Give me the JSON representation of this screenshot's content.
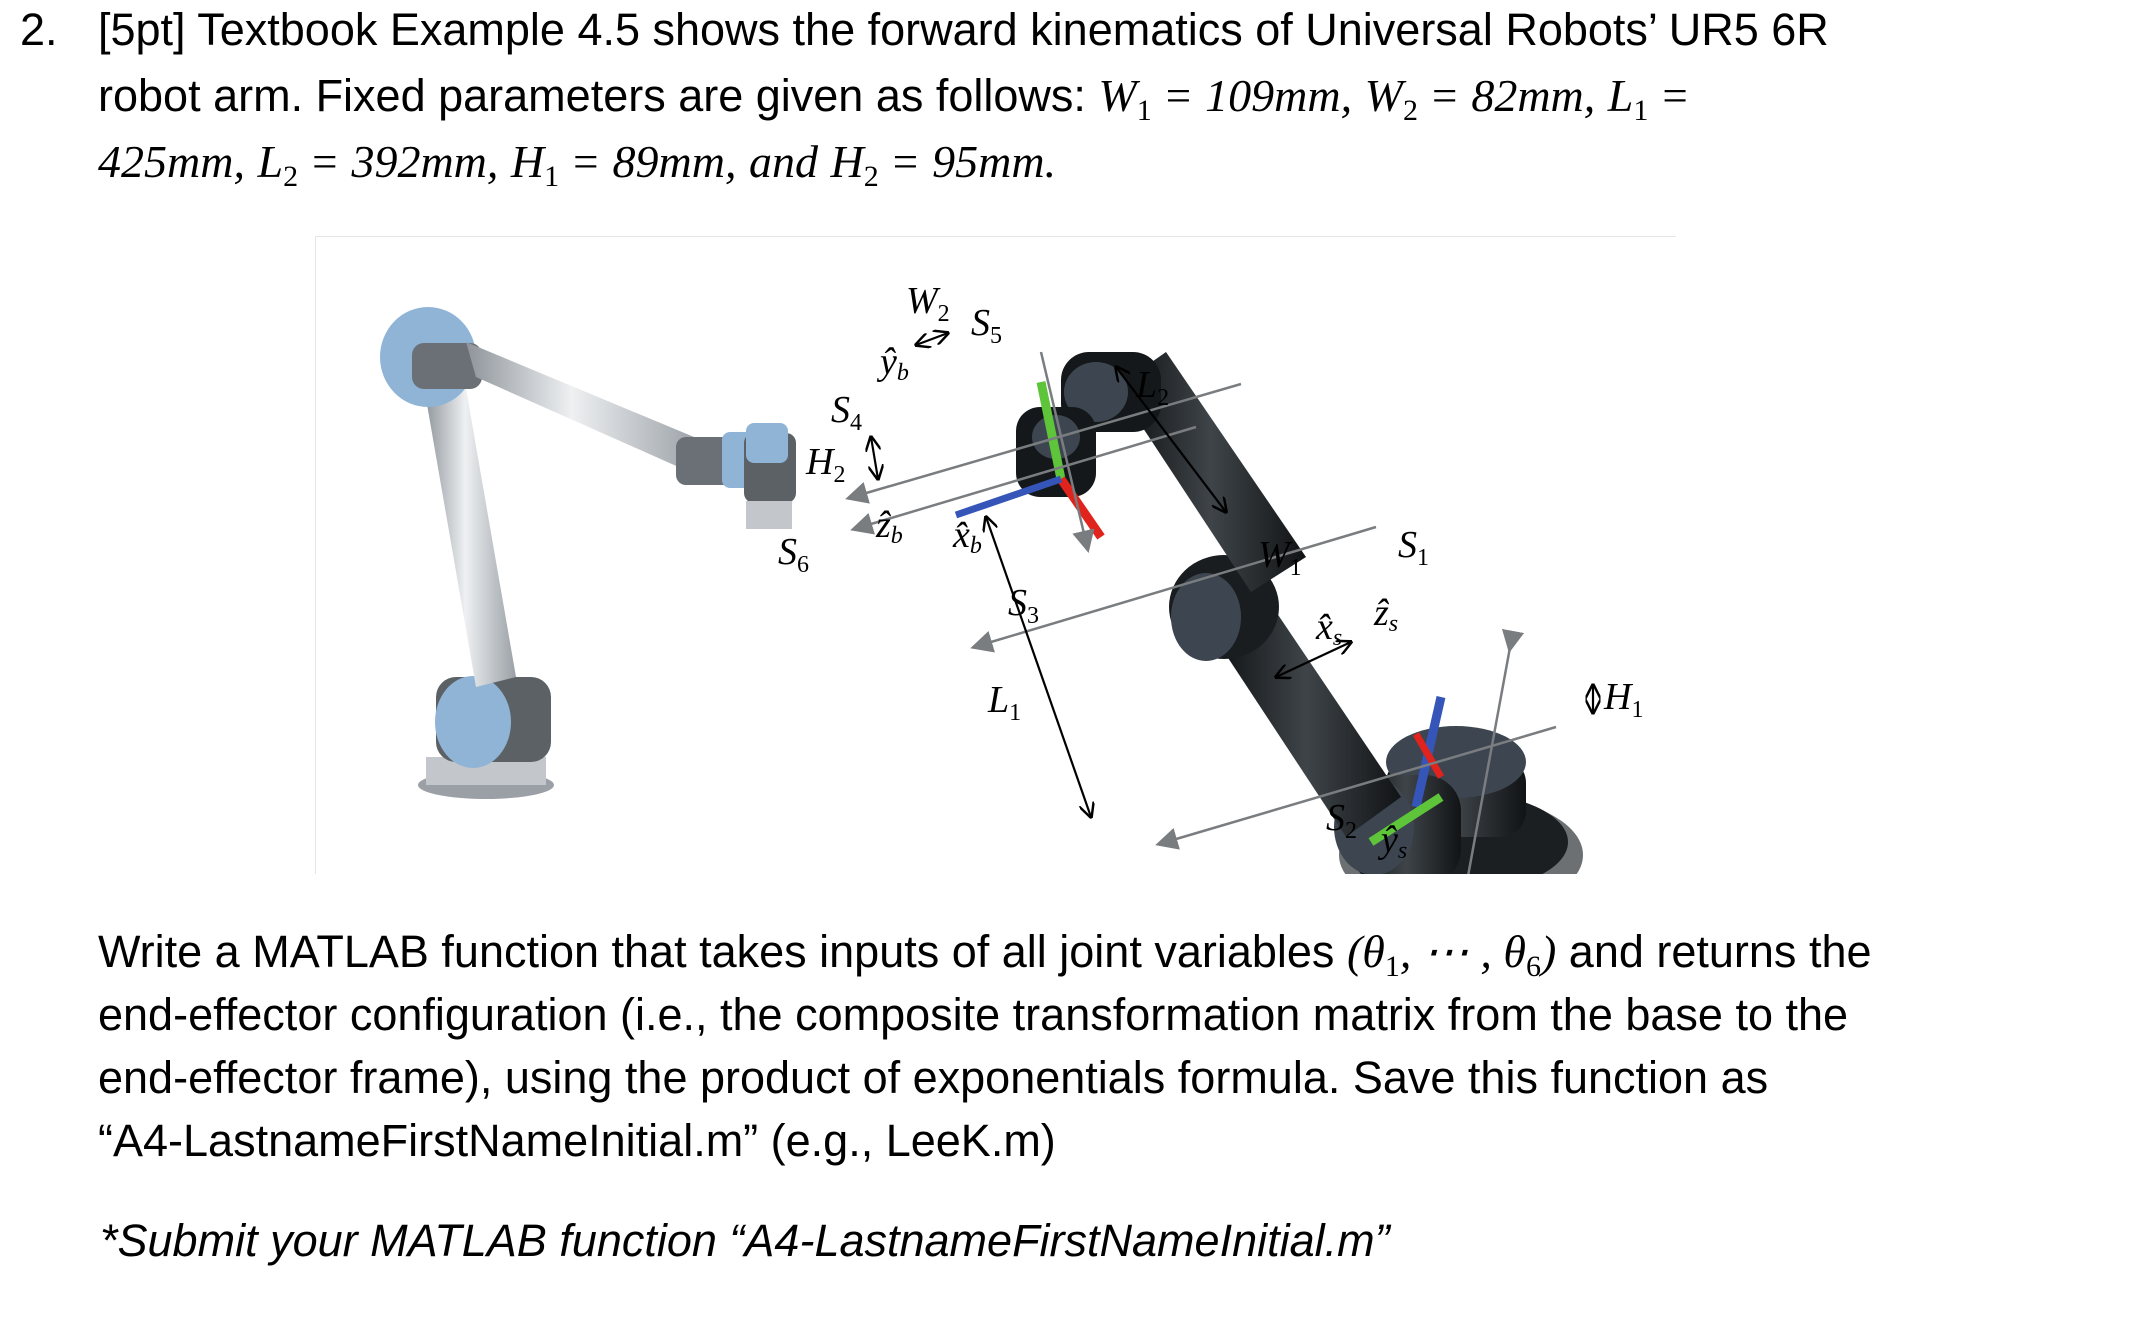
{
  "question": {
    "number": "2.",
    "line1": "[5pt] Textbook Example 4.5 shows the forward kinematics of Universal Robots’ UR5 6R",
    "line2_text": "robot arm. Fixed parameters are given as follows: ",
    "params": {
      "W1": "109mm,",
      "W2": "82mm,",
      "L1_eq": "=",
      "L1": "425mm,",
      "L2": "392mm,",
      "H1": "89mm,",
      "and": "and",
      "H2": "95mm."
    }
  },
  "figure": {
    "labels": {
      "W2": "W",
      "W2_sub": "2",
      "S5": "S",
      "S5_sub": "5",
      "yb": "ŷ",
      "yb_sub": "b",
      "S4": "S",
      "S4_sub": "4",
      "H2": "H",
      "H2_sub": "2",
      "zb": "ẑ",
      "zb_sub": "b",
      "xb": "x̂",
      "xb_sub": "b",
      "S6": "S",
      "S6_sub": "6",
      "S3": "S",
      "S3_sub": "3",
      "L2": "L",
      "L2_sub": "2",
      "W1": "W",
      "W1_sub": "1",
      "S1": "S",
      "S1_sub": "1",
      "zs": "ẑ",
      "zs_sub": "s",
      "xs": "x̂",
      "xs_sub": "s",
      "H1": "H",
      "H1_sub": "1",
      "L1": "L",
      "L1_sub": "1",
      "S2": "S",
      "S2_sub": "2",
      "ys": "ŷ",
      "ys_sub": "s"
    }
  },
  "body": {
    "line1_a": "Write a MATLAB function that takes inputs of all joint variables ",
    "line1_math": "(θ",
    "line1_b": " and returns the",
    "line2": "end-effector configuration (i.e., the composite transformation matrix from the base to the",
    "line3": "end-effector frame), using the product of exponentials formula. Save this function as",
    "line4": "“A4-LastnameFirstNameInitial.m” (e.g., LeeK.m)"
  },
  "submit": "*Submit your MATLAB function “A4-LastnameFirstNameInitial.m”",
  "colors": {
    "text": "#000000",
    "arm_light": "#c9cdd2",
    "arm_dark": "#1f2326",
    "cap_blue": "#8fb4d6",
    "axis_green": "#5ec43a",
    "axis_red": "#e0231c",
    "axis_blue": "#3556b8"
  }
}
